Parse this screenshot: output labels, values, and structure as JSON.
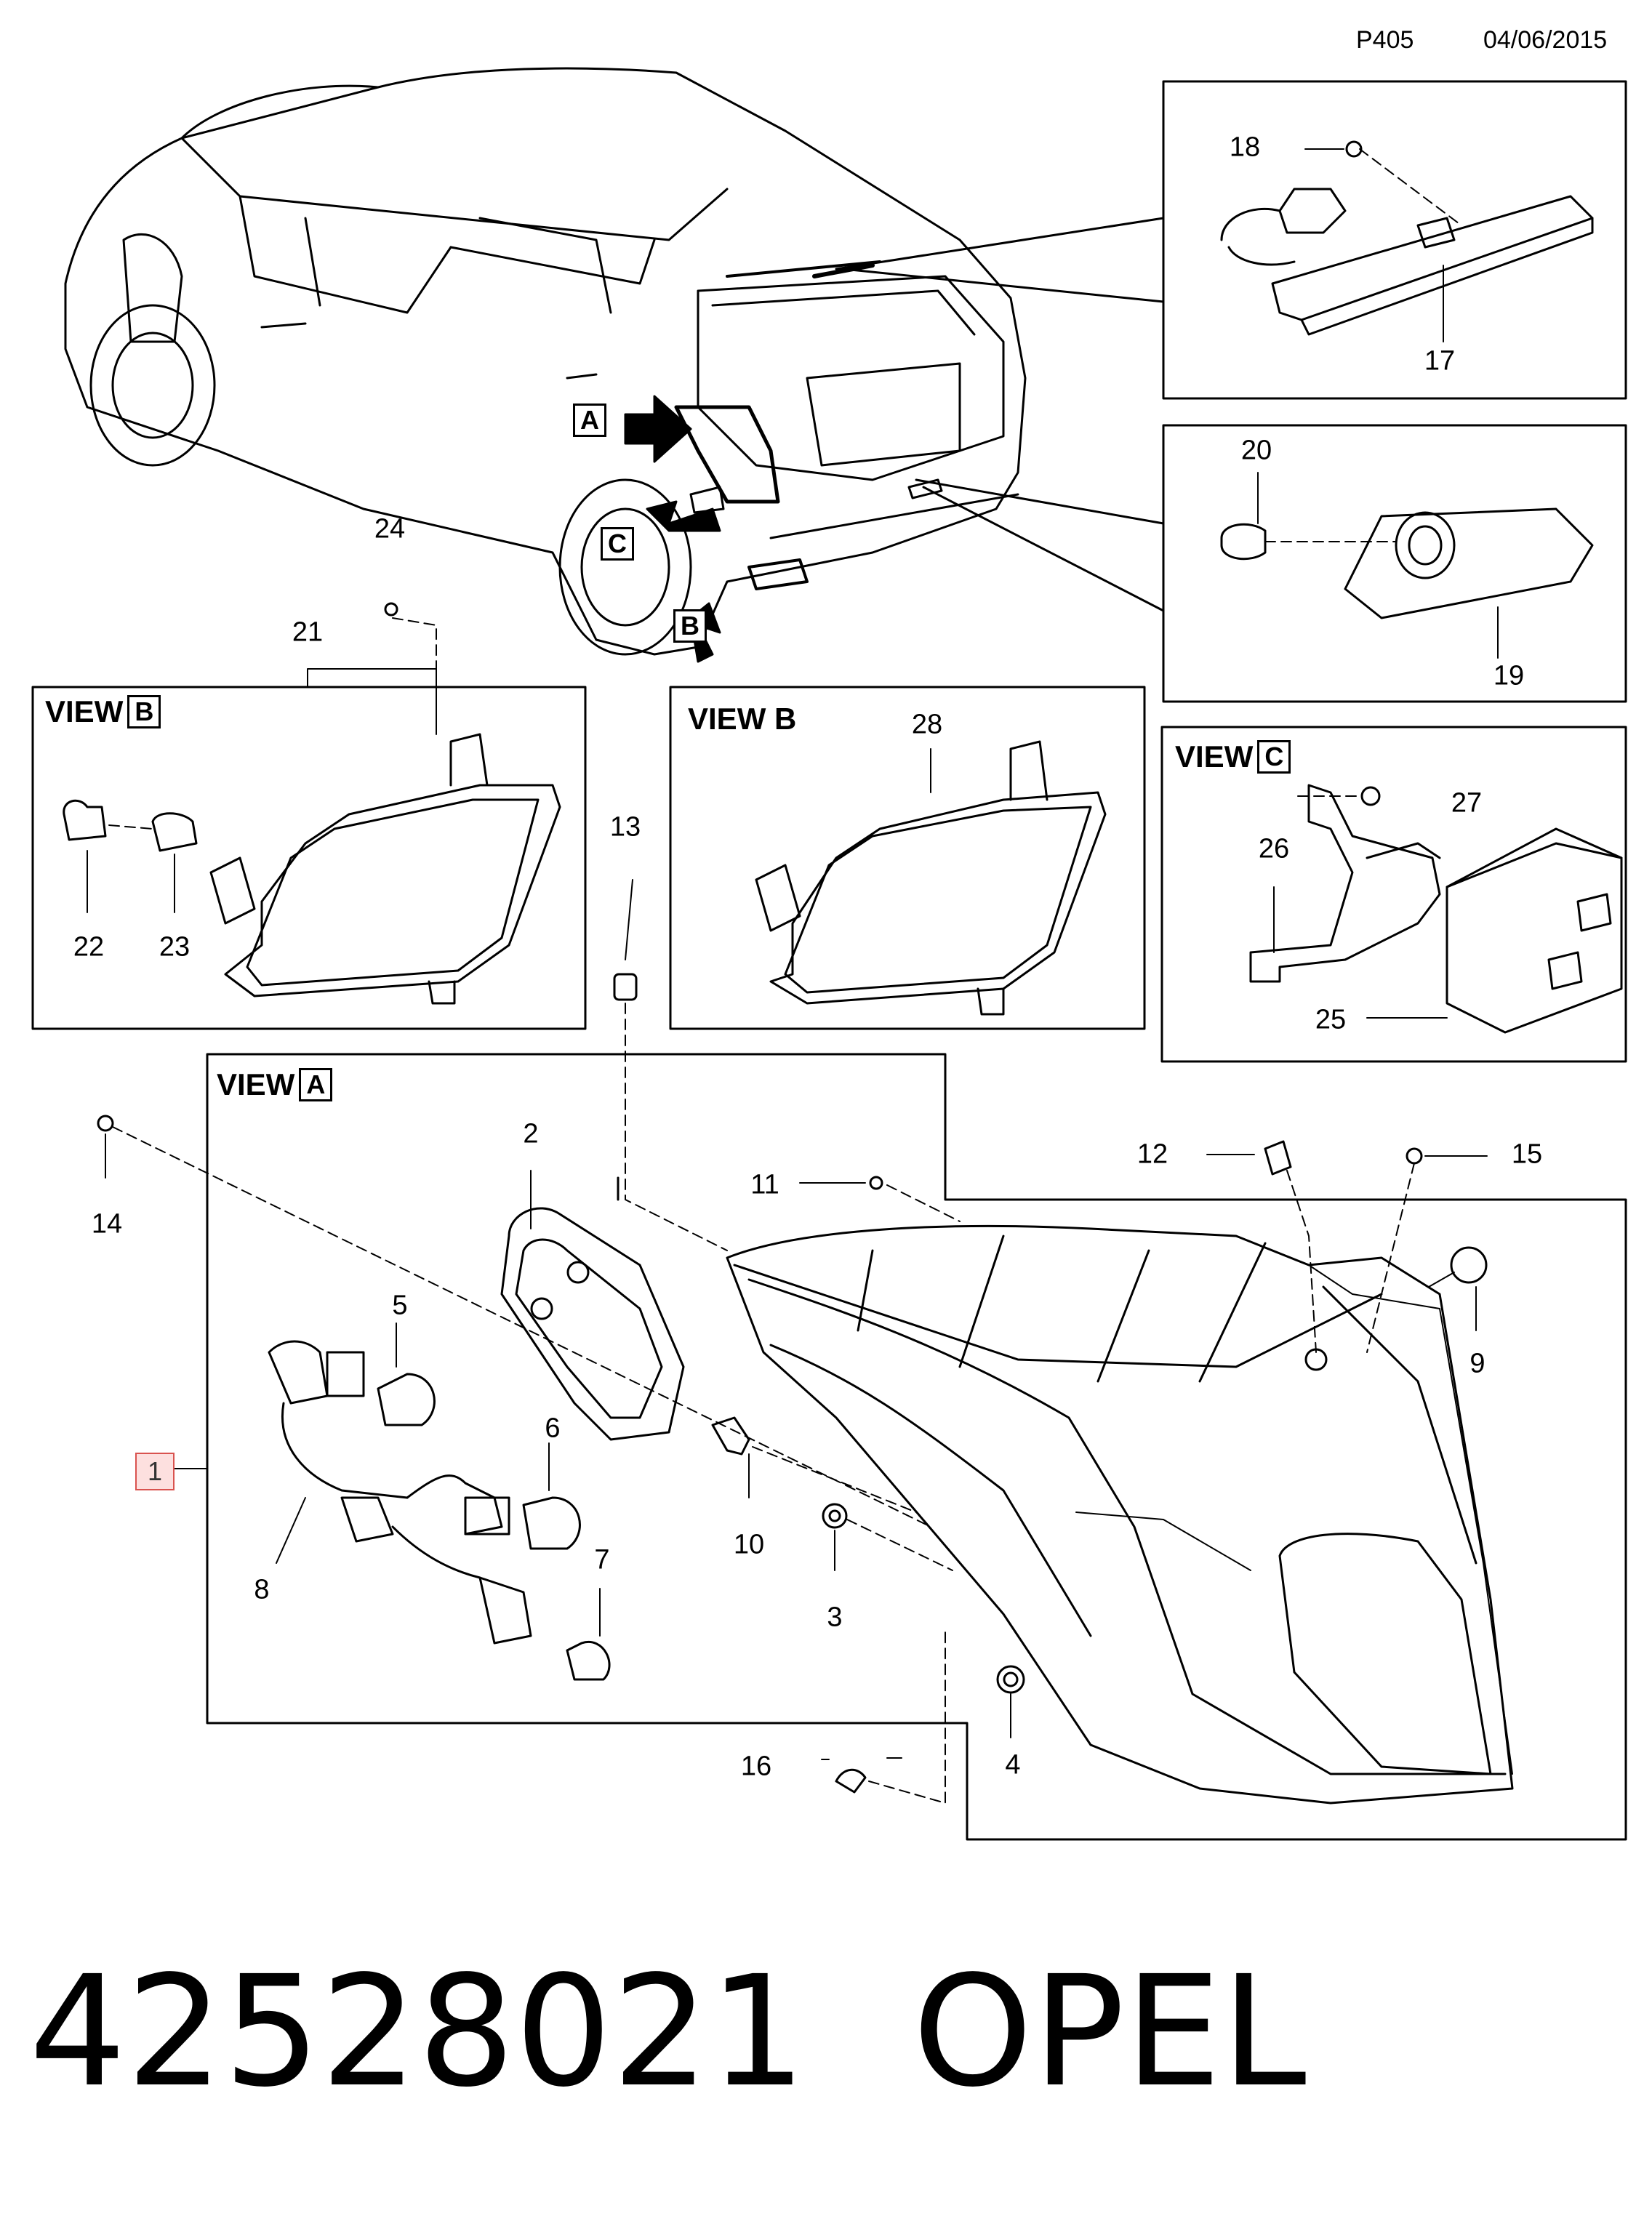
{
  "header": {
    "page_code": "P405",
    "date": "04/06/2015"
  },
  "views": {
    "view_b_left": {
      "title": "VIEW",
      "letter": "B"
    },
    "view_b_center": {
      "title": "VIEW B"
    },
    "view_c": {
      "title": "VIEW",
      "letter": "C"
    },
    "view_a": {
      "title": "VIEW",
      "letter": "A"
    }
  },
  "arrow_tags": {
    "a": "A",
    "b": "B",
    "c": "C"
  },
  "assembly_tag": "1",
  "callouts": {
    "c2": "2",
    "c3": "3",
    "c4": "4",
    "c5": "5",
    "c6": "6",
    "c7": "7",
    "c8": "8",
    "c9": "9",
    "c10": "10",
    "c11": "11",
    "c12": "12",
    "c13": "13",
    "c14": "14",
    "c15": "15",
    "c16": "16",
    "c17": "17",
    "c18": "18",
    "c19": "19",
    "c20": "20",
    "c21": "21",
    "c22": "22",
    "c23": "23",
    "c24": "24",
    "c25": "25",
    "c26": "26",
    "c27": "27",
    "c28": "28"
  },
  "footer": {
    "part_number": "42528021",
    "brand": "OPEL"
  }
}
